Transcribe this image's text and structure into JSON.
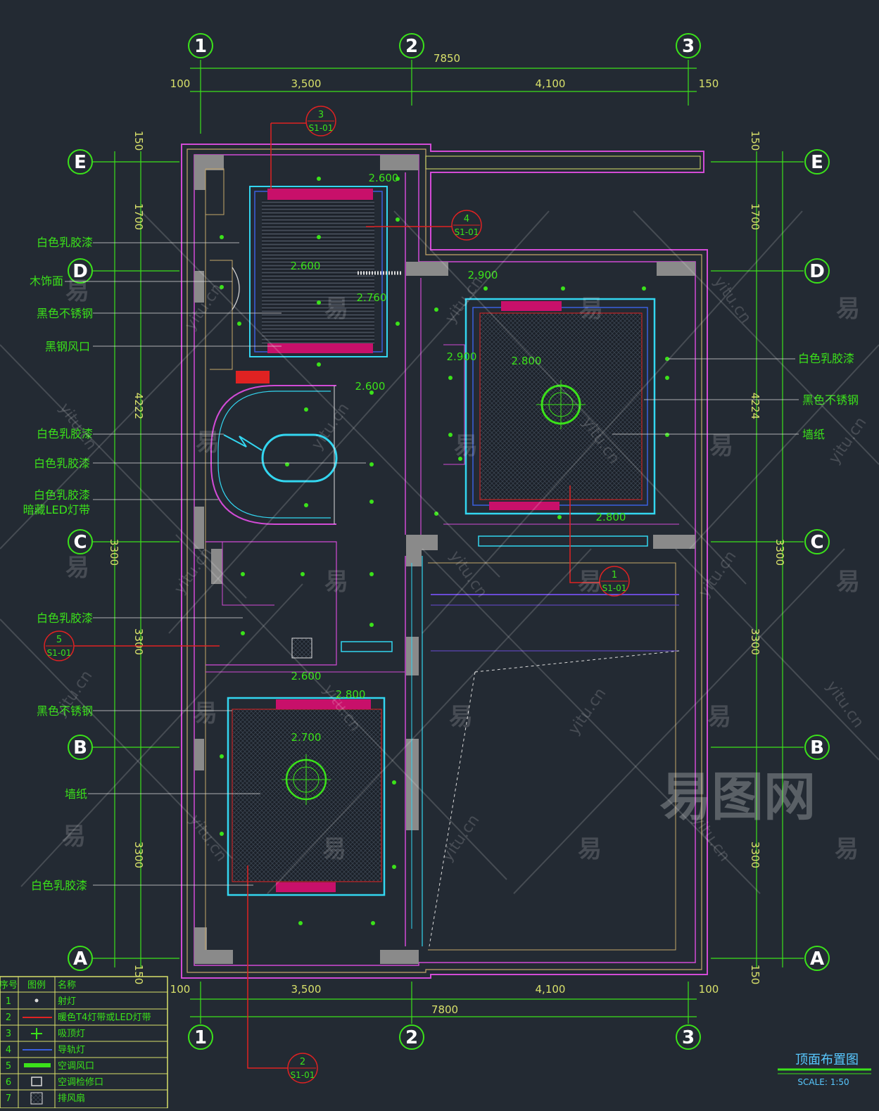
{
  "grid": {
    "columns": [
      "1",
      "2",
      "3"
    ],
    "rows": [
      "E",
      "D",
      "C",
      "B",
      "A"
    ]
  },
  "dimensions": {
    "top_total": "7850",
    "top_segments": [
      "100",
      "3,500",
      "4,100",
      "150"
    ],
    "bottom_total": "7800",
    "bottom_segments": [
      "100",
      "3,500",
      "4,100",
      "100"
    ],
    "left_segments": [
      "150",
      "1700",
      "4222",
      "3300",
      "3300",
      "150"
    ],
    "right_segments": [
      "150",
      "1700",
      "4224",
      "3300",
      "3300",
      "150"
    ]
  },
  "callouts": [
    {
      "num": "3",
      "sheet": "S1-01"
    },
    {
      "num": "4",
      "sheet": "S1-01"
    },
    {
      "num": "1",
      "sheet": "S1-01"
    },
    {
      "num": "5",
      "sheet": "S1-01"
    },
    {
      "num": "2",
      "sheet": "S1-01"
    }
  ],
  "left_labels": [
    "白色乳胶漆",
    "木饰面",
    "黑色不锈钢",
    "黑钢风口",
    "白色乳胶漆",
    "白色乳胶漆",
    "白色乳胶漆",
    "暗藏LED灯带",
    "白色乳胶漆",
    "黑色不锈钢",
    "墙纸",
    "白色乳胶漆"
  ],
  "right_labels": [
    "白色乳胶漆",
    "黑色不锈钢",
    "墙纸"
  ],
  "elevations": [
    "2.600",
    "2.600",
    "2.760",
    "2.900",
    "2.900",
    "2.800",
    "2.800",
    "2.600",
    "2.600",
    "2.800",
    "2.700"
  ],
  "legend": {
    "headers": [
      "序号",
      "图例",
      "名称"
    ],
    "rows": [
      {
        "no": "1",
        "name": "射灯"
      },
      {
        "no": "2",
        "name": "暖色T4灯带或LED灯带"
      },
      {
        "no": "3",
        "name": "吸顶灯"
      },
      {
        "no": "4",
        "name": "导轨灯"
      },
      {
        "no": "5",
        "name": "空调风口"
      },
      {
        "no": "6",
        "name": "空调检修口"
      },
      {
        "no": "7",
        "name": "排风扇"
      }
    ]
  },
  "drawing_title": "顶面布置图",
  "scale": "SCALE: 1:50",
  "watermark": {
    "char": "易",
    "domain": "yitu.cn",
    "logo": "易图网"
  },
  "colors": {
    "background": "#232a33",
    "axis": "#3be21a",
    "wall": "#d24bd6",
    "cyan": "#33d6f0",
    "magenta": "#c8106a",
    "red": "#e02222",
    "dim": "#d8e06a"
  }
}
